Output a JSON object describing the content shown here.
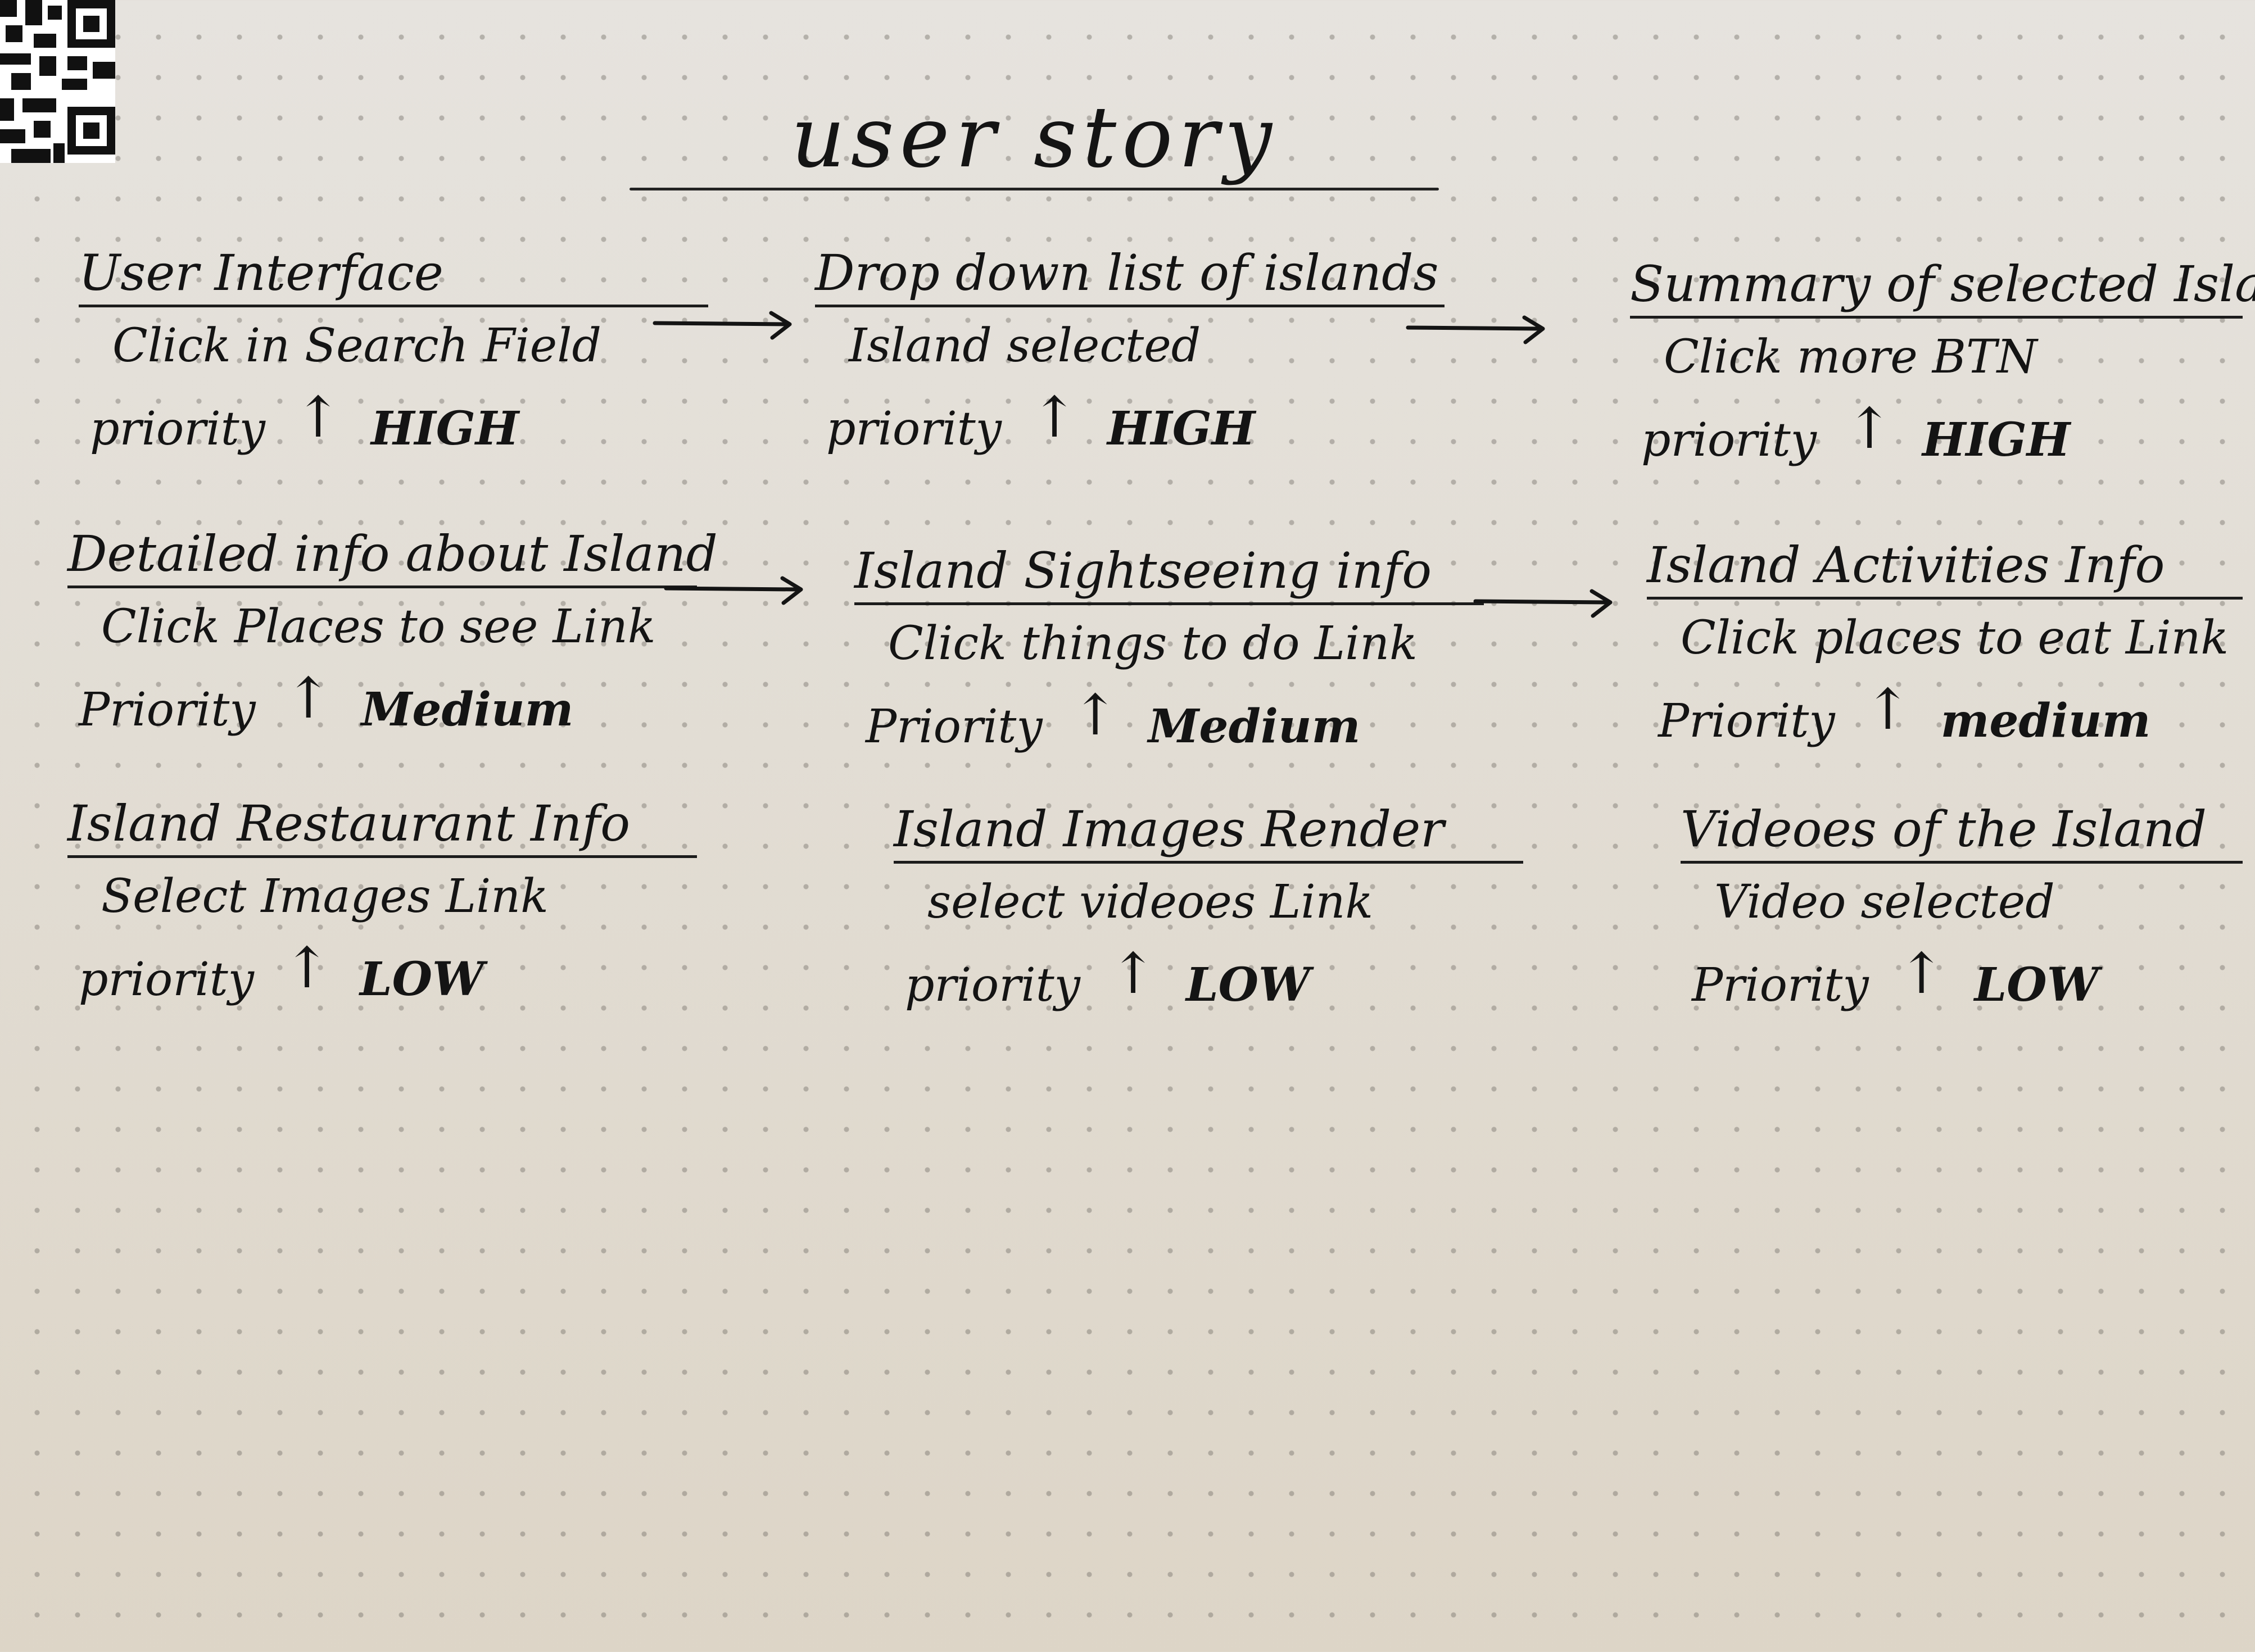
{
  "page_title": "user story",
  "rows": [
    [
      {
        "title": "User Interface",
        "action": "Click in Search Field",
        "priority_label": "priority",
        "arrow_icon": "up-arrow-icon",
        "priority_value": "HIGH"
      },
      {
        "title": "Drop down list of islands",
        "action": "Island selected",
        "priority_label": "priority",
        "arrow_icon": "up-arrow-icon",
        "priority_value": "HIGH"
      },
      {
        "title": "Summary of selected Island",
        "action": "Click more BTN",
        "priority_label": "priority",
        "arrow_icon": "up-arrow-icon",
        "priority_value": "HIGH"
      }
    ],
    [
      {
        "title": "Detailed info about Island",
        "action": "Click Places to see Link",
        "priority_label": "Priority",
        "arrow_icon": "up-arrow-icon",
        "priority_value": "Medium"
      },
      {
        "title": "Island Sightseeing info",
        "action": "Click things to do Link",
        "priority_label": "Priority",
        "arrow_icon": "up-arrow-icon",
        "priority_value": "Medium"
      },
      {
        "title": "Island Activities Info",
        "action": "Click places to eat Link",
        "priority_label": "Priority",
        "arrow_icon": "up-arrow-icon",
        "priority_value": "medium"
      }
    ],
    [
      {
        "title": "Island Restaurant Info",
        "action": "Select Images Link",
        "priority_label": "priority",
        "arrow_icon": "up-arrow-icon",
        "priority_value": "LOW"
      },
      {
        "title": "Island Images Render",
        "action": "select videoes Link",
        "priority_label": "priority",
        "arrow_icon": "up-arrow-icon",
        "priority_value": "LOW"
      },
      {
        "title": "Videoes of the Island",
        "action": "Video selected",
        "priority_label": "Priority",
        "arrow_icon": "up-arrow-icon",
        "priority_value": "LOW"
      }
    ]
  ],
  "flow_arrows": [
    "right-arrow-icon",
    "right-arrow-icon",
    "right-arrow-icon",
    "right-arrow-icon"
  ],
  "qr_icon": "qr-code-icon",
  "colors": {
    "paper": "#e4e0d9",
    "ink": "#141414",
    "dots": "#78736c"
  }
}
